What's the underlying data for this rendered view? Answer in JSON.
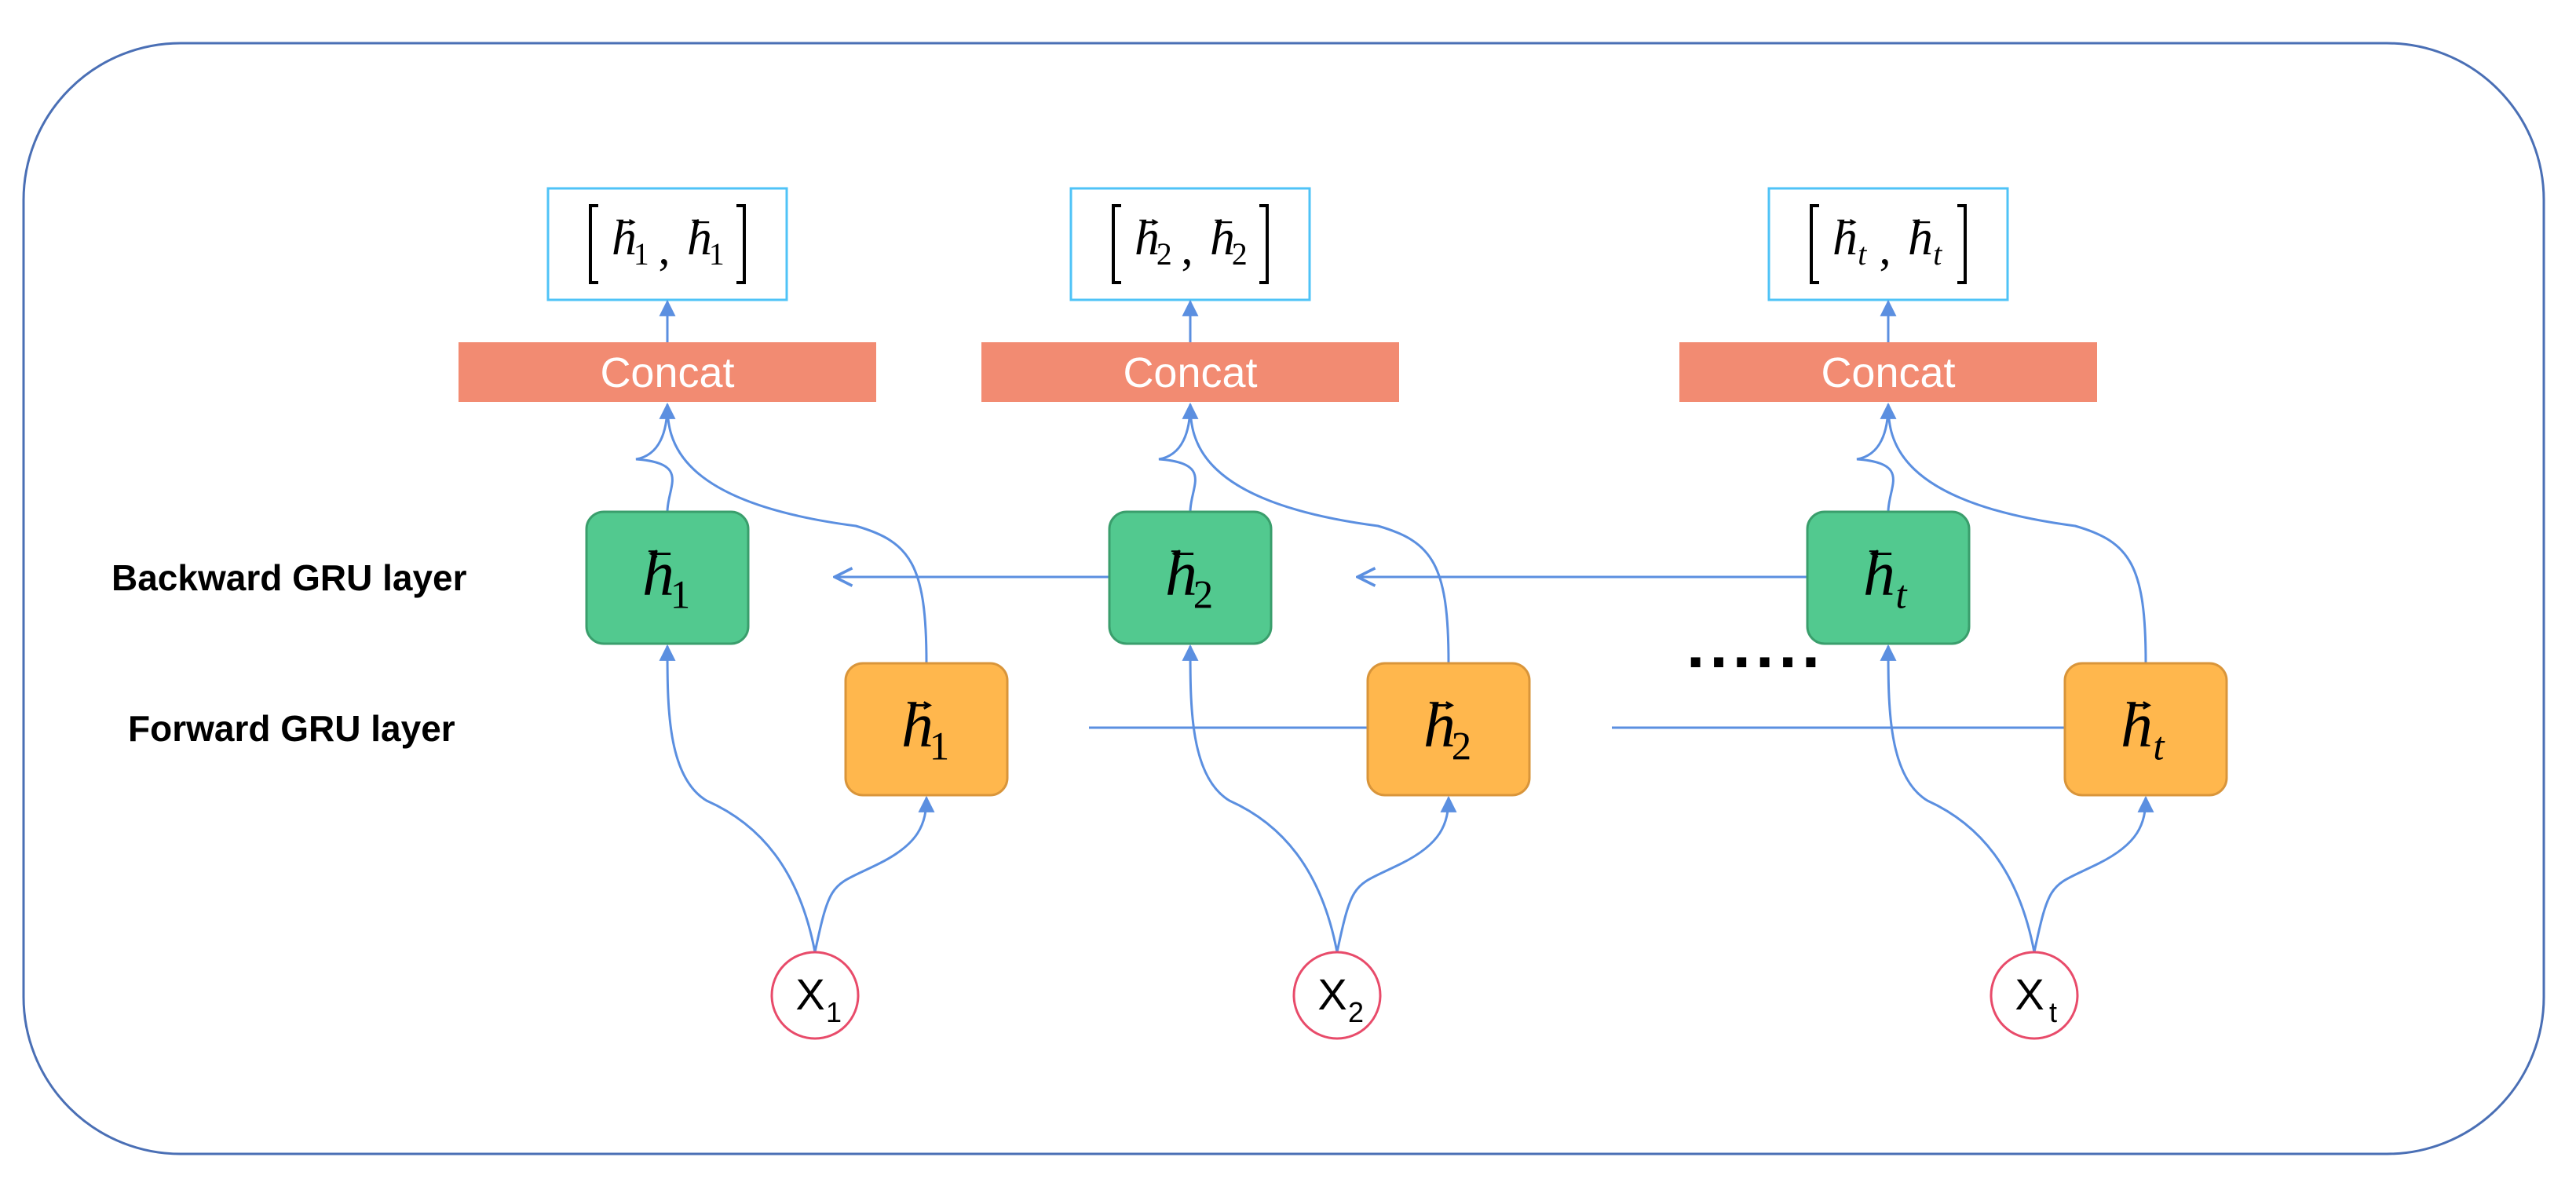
{
  "row_labels": {
    "backward": "Backward GRU layer",
    "forward": "Forward GRU layer"
  },
  "concat_label": "Concat",
  "ellipsis": "......",
  "timesteps": [
    {
      "input_base": "X",
      "input_sub": "1",
      "h_sub": "1"
    },
    {
      "input_base": "X",
      "input_sub": "2",
      "h_sub": "2"
    },
    {
      "input_base": "X",
      "input_sub": "t",
      "h_sub": "t"
    }
  ],
  "output_symbol": "h",
  "colors": {
    "frame": "#4a6fb5",
    "backward_fill": "#52c98f",
    "backward_border": "#3a9e6c",
    "forward_fill": "#ffb74d",
    "forward_border": "#d9953a",
    "concat_fill": "#f28b72",
    "output_border": "#4fc3f7",
    "input_border": "#e84b6a",
    "arrow": "#5b8fe0"
  }
}
